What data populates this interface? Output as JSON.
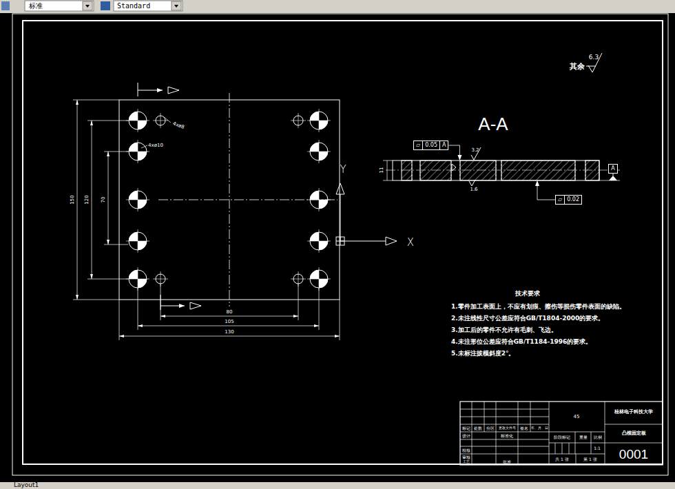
{
  "diagram": {
    "nodes": [
      {
        "text": [
          "▱",
          "0.05",
          "A"
        ]
      },
      {
        "text": [
          "▱",
          "0.02"
        ]
      },
      {
        "text": [
          "A"
        ]
      }
    ],
    "labels": [
      "标准",
      "Standard",
      "其余",
      "6.3",
      "A-A",
      "4xø8",
      "4xø10",
      "150",
      "120",
      "70",
      "80",
      "105",
      "130",
      "11",
      "3.2",
      "1.6",
      "Y",
      "X",
      "技术要求",
      "1.零件加工表面上，不应有划痕、擦伤等损伤零件表面的缺陷。",
      "2.未注线性尺寸公差应符合GB/T1804-2000的要求。",
      "3.加工后的零件不允许有毛刺、飞边。",
      "4.未注形位公差应符合GB/T1184-1996的要求。",
      "5.未标注拔模斜度2°。",
      "标记",
      "处数",
      "分区",
      "更改文件号",
      "签名",
      "年、月、日",
      "设计",
      "标准化",
      "校核",
      "审核",
      "工艺",
      "批准",
      "45",
      "阶段标记",
      "重量",
      "比例",
      "1:1",
      "共 1 张",
      "第 1 张",
      "桂林电子科技大学",
      "凸模固定板",
      "0001",
      "Layout1"
    ]
  }
}
